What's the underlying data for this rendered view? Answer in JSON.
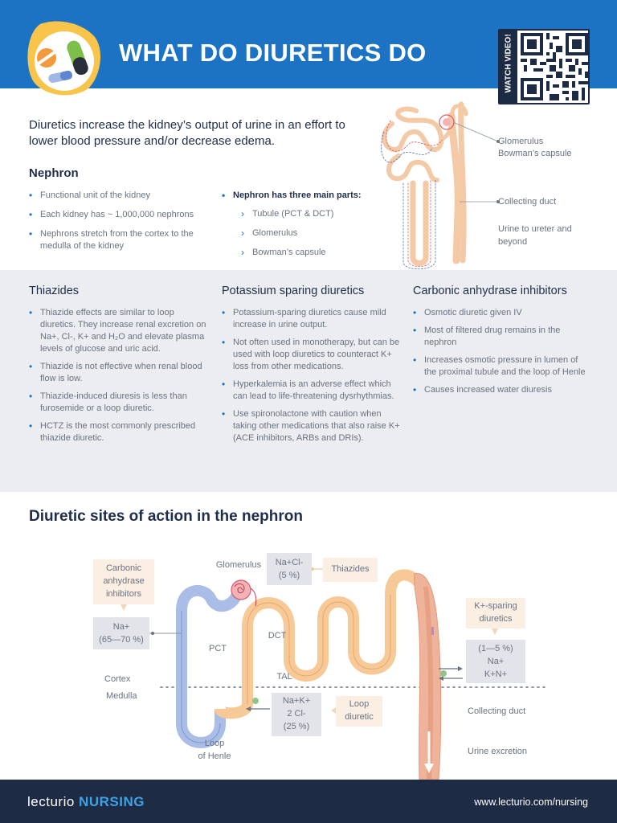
{
  "header": {
    "title": "WHAT DO DIURETICS DO",
    "qr_label": "WATCH VIDEO!",
    "colors": {
      "header_bg": "#1c73c4",
      "footer_bg": "#1e2b44",
      "accent": "#3ea2e6"
    }
  },
  "intro": "Diuretics increase the kidney’s output of urine in an effort to lower blood pressure and/or decrease edema.",
  "nephron": {
    "heading": "Nephron",
    "left_items": [
      "Functional unit of the kidney",
      "Each kidney has ~ 1,000,000 nephrons",
      "Nephrons stretch from the cortex to the medulla of the kidney"
    ],
    "right_heading": "Nephron has three main parts:",
    "parts": [
      "Tubule (PCT & DCT)",
      "Glomerulus",
      "Bowman’s capsule"
    ],
    "figure_labels": {
      "glomerulus": "Glomerulus",
      "bowman": "Bowman’s capsule",
      "collecting": "Collecting duct",
      "urine_1": "Urine to ureter and",
      "urine_2": "beyond"
    }
  },
  "columns": [
    {
      "heading": "Thiazides",
      "items": [
        "Thiazide effects are similar to loop diuretics. They increase renal excretion on Na+, Cl-, K+ and H₂O and elevate plasma levels of glucose and uric acid.",
        "Thiazide is not effective when renal blood flow is low.",
        "Thiazide-induced diuresis is less than furosemide or a loop diuretic.",
        "HCTZ is the most commonly prescribed thiazide diuretic."
      ]
    },
    {
      "heading": "Potassium sparing diuretics",
      "items": [
        "Potassium-sparing diuretics cause mild increase in urine output.",
        "Not often used in monotherapy, but can be used with loop diuretics to counteract K+ loss from other medications.",
        "Hyperkalemia is an adverse effect which can lead to life-threatening dysrhythmias.",
        "Use spironolactone with caution when taking other medications that also raise K+ (ACE inhibitors, ARBs and DRIs)."
      ]
    },
    {
      "heading": "Carbonic anhydrase inhibitors",
      "items": [
        "Osmotic diuretic given IV",
        "Most of filtered drug remains in the nephron",
        "Increases osmotic pressure in lumen of the proximal tubule and the loop of Henle",
        "Causes increased water diuresis"
      ]
    }
  ],
  "diagram": {
    "heading": "Diuretic sites of action in the nephron",
    "cai_1": "Carbonic",
    "cai_2": "anhydrase",
    "cai_3": "inhibitors",
    "pct_val_1": "Na+",
    "pct_val_2": "(65—70 %)",
    "glomerulus": "Glomerulus",
    "thz_val_1": "Na+Cl-",
    "thz_val_2": "(5 %)",
    "thiazides": "Thiazides",
    "ksp_1": "K+-sparing",
    "ksp_2": "diuretics",
    "cd_val_1": "(1—5 %)",
    "cd_val_2": "Na+",
    "cd_val_3": "K+N+",
    "pct": "PCT",
    "dct": "DCT",
    "tal": "TAL",
    "cortex": "Cortex",
    "medulla": "Medulla",
    "loop_val_1": "Na+K+",
    "loop_val_2": "2 Cl-",
    "loop_val_3": "(25 %)",
    "loop_diuretic_1": "Loop",
    "loop_diuretic_2": "diuretic",
    "loop_henle_1": "Loop",
    "loop_henle_2": "of Henle",
    "collecting_duct": "Collecting duct",
    "urine_excretion": "Urine excretion"
  },
  "footer": {
    "brand_main": "lecturio",
    "brand_sub": "NURSING",
    "url": "www.lecturio.com/nursing"
  }
}
